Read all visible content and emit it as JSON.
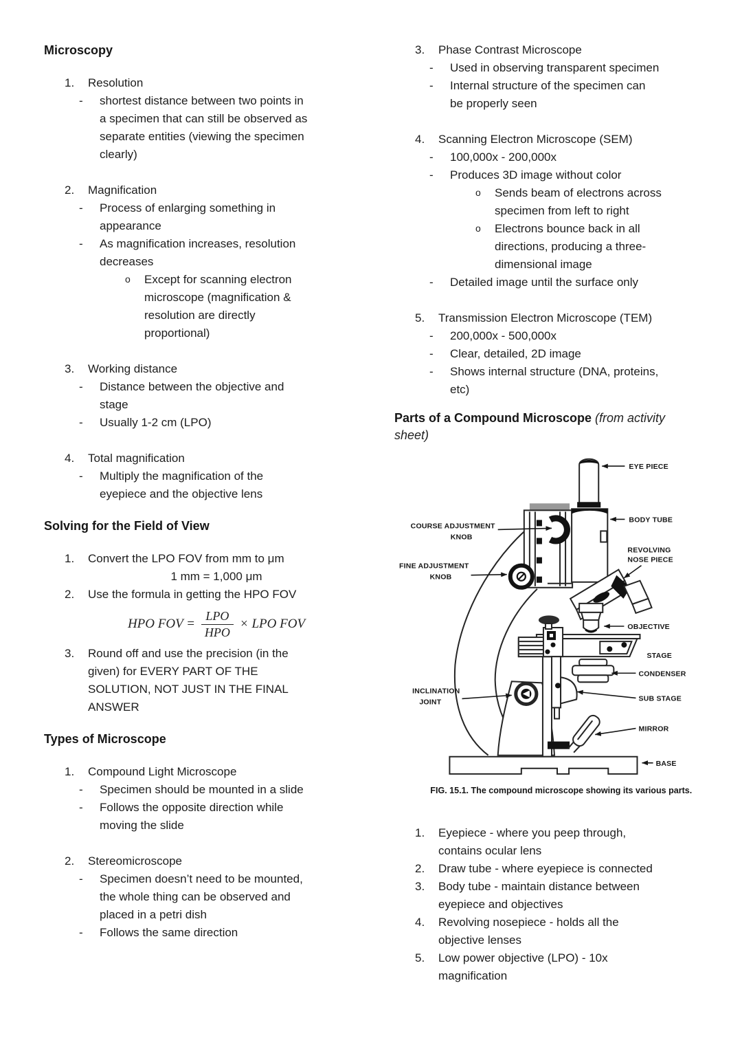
{
  "markers": {
    "dash": "-",
    "circle": "o"
  },
  "formula": {
    "lhs": "HPO FOV =",
    "num": "LPO",
    "den": "HPO",
    "rhs": "× LPO FOV"
  },
  "left": {
    "h1": "Microscopy",
    "h2": "Solving for the Field of View",
    "h3": "Types of Microscope",
    "list1": [
      {
        "t": "n",
        "n": "1.",
        "x": "Resolution"
      },
      {
        "t": "d",
        "x": "shortest distance between two points in\na specimen that can still be observed as\nseparate entities (viewing the specimen\nclearly)"
      },
      {
        "t": "g"
      },
      {
        "t": "n",
        "n": "2.",
        "x": "Magnification"
      },
      {
        "t": "d",
        "x": "Process of enlarging something in\nappearance"
      },
      {
        "t": "d",
        "x": "As magnification increases, resolution\ndecreases"
      },
      {
        "t": "o",
        "x": "Except for scanning electron\nmicroscope (magnification &\nresolution are directly\nproportional)"
      },
      {
        "t": "g"
      },
      {
        "t": "n",
        "n": "3.",
        "x": "Working distance"
      },
      {
        "t": "d",
        "x": "Distance between the objective and\nstage"
      },
      {
        "t": "d",
        "x": "Usually 1-2 cm (LPO)"
      },
      {
        "t": "g"
      },
      {
        "t": "n",
        "n": "4.",
        "x": "Total magnification"
      },
      {
        "t": "d",
        "x": "Multiply the magnification of the\neyepiece and the objective lens"
      }
    ],
    "list2": [
      {
        "t": "n",
        "n": "1.",
        "x": "Convert the LPO FOV from mm to μm"
      },
      {
        "t": "c",
        "x": "1 mm = 1,000 μm"
      },
      {
        "t": "n",
        "n": "2.",
        "x": "Use the formula in getting the HPO FOV"
      },
      {
        "t": "f"
      },
      {
        "t": "n",
        "n": "3.",
        "x": "Round off and use the precision (in the\ngiven) for EVERY PART OF THE\nSOLUTION, NOT JUST IN THE FINAL\nANSWER"
      }
    ],
    "list3": [
      {
        "t": "n",
        "n": "1.",
        "x": "Compound Light Microscope"
      },
      {
        "t": "d",
        "x": "Specimen should be mounted in a slide"
      },
      {
        "t": "d",
        "x": "Follows the opposite direction while\nmoving the slide"
      },
      {
        "t": "g"
      },
      {
        "t": "n",
        "n": "2.",
        "x": "Stereomicroscope"
      },
      {
        "t": "d",
        "x": "Specimen doesn’t need to be mounted,\nthe whole thing can be observed and\nplaced in a petri dish"
      },
      {
        "t": "d",
        "x": "Follows the same direction"
      }
    ]
  },
  "right": {
    "heading_bold": "Parts of a Compound Microscope",
    "heading_italic": " (from activity\nsheet)",
    "list1": [
      {
        "t": "n",
        "n": "3.",
        "x": "Phase Contrast Microscope"
      },
      {
        "t": "d",
        "x": "Used in observing transparent specimen"
      },
      {
        "t": "d",
        "x": "Internal structure of the specimen can\nbe properly seen"
      },
      {
        "t": "g"
      },
      {
        "t": "n",
        "n": "4.",
        "x": "Scanning Electron Microscope (SEM)"
      },
      {
        "t": "d",
        "x": "100,000x - 200,000x"
      },
      {
        "t": "d",
        "x": "Produces 3D image without color"
      },
      {
        "t": "o",
        "x": "Sends beam of electrons across\nspecimen from left to right"
      },
      {
        "t": "o",
        "x": "Electrons bounce back in all\ndirections, producing a three-\ndimensional image"
      },
      {
        "t": "d",
        "x": "Detailed image until the surface only"
      },
      {
        "t": "g"
      },
      {
        "t": "n",
        "n": "5.",
        "x": "Transmission Electron Microscope (TEM)"
      },
      {
        "t": "d",
        "x": "200,000x - 500,000x"
      },
      {
        "t": "d",
        "x": "Clear, detailed, 2D image"
      },
      {
        "t": "d",
        "x": "Shows internal structure (DNA, proteins,\netc)"
      }
    ],
    "figure": {
      "labels": {
        "eye_piece": "EYE PIECE",
        "body_tube": "BODY TUBE",
        "revolving_1": "REVOLVING",
        "revolving_2": "NOSE PIECE",
        "objective": "OBJECTIVE",
        "stage": "STAGE",
        "condenser": "CONDENSER",
        "sub_stage": "SUB STAGE",
        "mirror": "MIRROR",
        "base": "BASE",
        "coarse_1": "COURSE ADJUSTMENT",
        "coarse_2": "KNOB",
        "fine_1": "FINE ADJUSTMENT",
        "fine_2": "KNOB",
        "inclination_1": "INCLINATION",
        "inclination_2": "JOINT"
      },
      "caption_bold": "FIG. 15.1.",
      "caption_rest": " The compound microscope showing its various parts."
    },
    "list2": [
      {
        "t": "n",
        "n": "1.",
        "x": "Eyepiece - where you peep through,\ncontains ocular lens"
      },
      {
        "t": "n",
        "n": "2.",
        "x": "Draw tube - where eyepiece is connected"
      },
      {
        "t": "n",
        "n": "3.",
        "x": "Body tube - maintain distance between\neyepiece and objectives"
      },
      {
        "t": "n",
        "n": "4.",
        "x": "Revolving nosepiece - holds all the\nobjective lenses"
      },
      {
        "t": "n",
        "n": "5.",
        "x": "Low power objective (LPO) - 10x\nmagnification"
      }
    ]
  }
}
